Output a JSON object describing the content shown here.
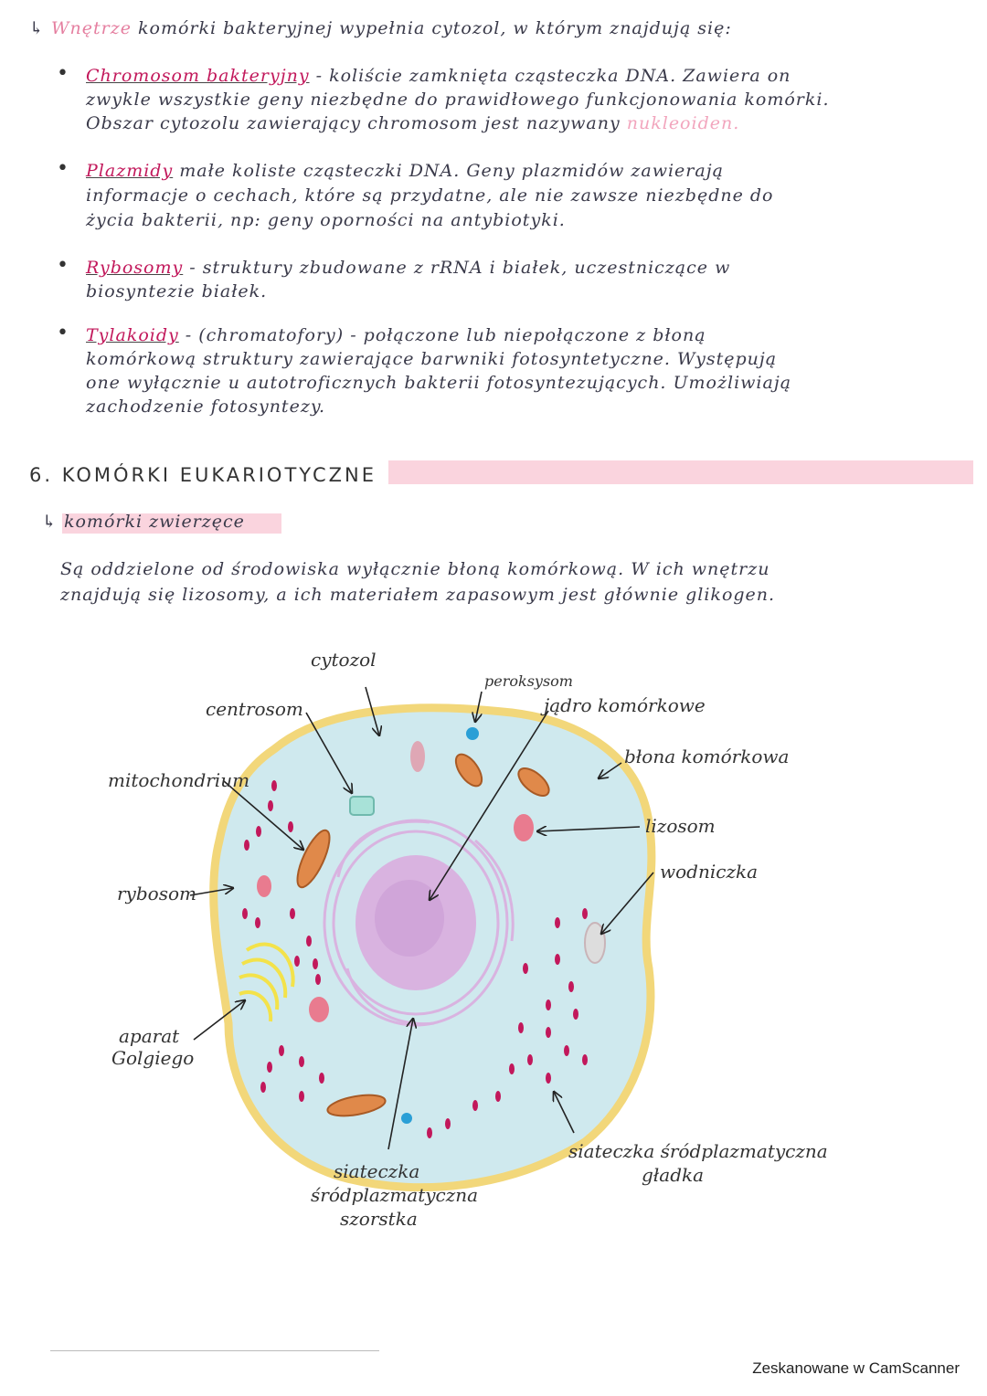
{
  "intro": {
    "arrow": "↳",
    "term": "Wnętrze",
    "text": "komórki bakteryjnej wypełnia cytozol, w którym znajdują się:"
  },
  "bullets": [
    {
      "term": "Chromosom bakteryjny",
      "lines": [
        "- koliście zamknięta cząsteczka DNA. Zawiera on",
        "zwykle wszystkie geny niezbędne do prawidłowego funkcjonowania komórki.",
        "Obszar cytozolu zawierający chromosom jest nazywany"
      ],
      "tail": "nukleoiden."
    },
    {
      "term": "Plazmidy",
      "lines": [
        "małe koliste cząsteczki DNA. Geny plazmidów zawierają",
        "informacje o cechach, które są przydatne, ale nie zawsze niezbędne do",
        "życia bakterii, np: geny oporności na antybiotyki."
      ]
    },
    {
      "term": "Rybosomy",
      "lines": [
        "- struktury zbudowane z rRNA i białek, uczestniczące w",
        "biosyntezie białek."
      ]
    },
    {
      "term": "Tylakoidy",
      "lines": [
        "- (chromatofory) - połączone lub niepołączone z błoną",
        "komórkową struktury zawierające barwniki fotosyntetyczne. Występują",
        "one wyłącznie u autotroficznych bakterii fotosyntezujących. Umożliwiają",
        "zachodzenie fotosyntezy."
      ]
    }
  ],
  "section": {
    "title": "6. KOMÓRKI EUKARIOTYCZNE",
    "sub_arrow": "↳",
    "subtitle": "komórki zwierzęce",
    "text": [
      "Są oddzielone od środowiska wyłącznie błoną komórkową. W ich wnętrzu",
      "znajdują się lizosomy, a ich materiałem zapasowym jest głównie glikogen."
    ]
  },
  "diagram": {
    "labels": {
      "cytozol": "cytozol",
      "centrosom": "centrosom",
      "peroksysom": "peroksysom",
      "jadro": "jądro komórkowe",
      "blona": "błona komórkowa",
      "mitochondrium": "mitochondrium",
      "lizosom": "lizosom",
      "wodniczka": "wodniczka",
      "rybosom": "rybosom",
      "aparat_1": "aparat",
      "aparat_2": "Golgiego",
      "ser_1": "siateczka śródplazmatyczna",
      "ser_2": "gładka",
      "rer_1": "siateczka",
      "rer_2": "śródplazmatyczna",
      "rer_3": "szorstka"
    },
    "colors": {
      "membrane": "#f2d77a",
      "cytoplasm": "#cfe9ee",
      "nucleus": "#d9b3e0",
      "mitochondrion": "#e0894a",
      "lysosome": "#e97b8f",
      "golgi": "#f3e24a",
      "ribosome": "#c2185b",
      "peroxisome": "#2a9fd6"
    }
  },
  "footer": "Zeskanowane w CamScanner"
}
